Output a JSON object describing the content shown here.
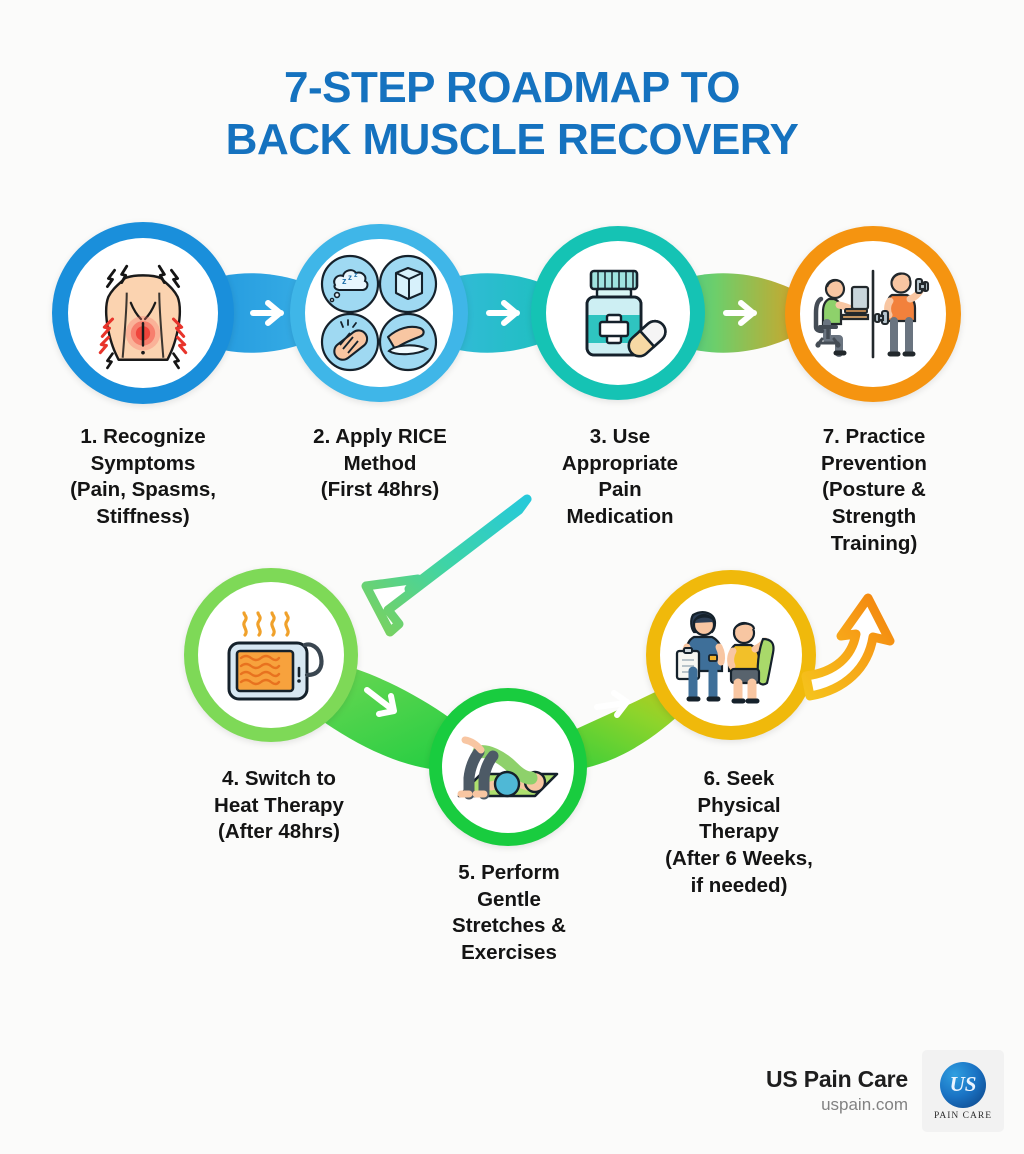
{
  "title": {
    "line1": "7-STEP ROADMAP TO",
    "line2": "BACK MUSCLE RECOVERY",
    "color": "#1572bf"
  },
  "background_color": "#fbfbfa",
  "steps": [
    {
      "number": "1",
      "label": "1. Recognize\nSymptoms\n(Pain, Spasms,\nStiffness)",
      "icon": "back-pain-torso-icon",
      "ring_color": "#1a8fdb",
      "row": "top"
    },
    {
      "number": "2",
      "label": "2. Apply RICE\nMethod\n(First 48hrs)",
      "icon": "rice-method-four-circles-icon",
      "ring_color": "#3fb6e8",
      "row": "top"
    },
    {
      "number": "3",
      "label": "3. Use\nAppropriate\nPain\nMedication",
      "icon": "pill-bottle-capsule-icon",
      "ring_color": "#15c3b4",
      "row": "top"
    },
    {
      "number": "7",
      "label": "7. Practice\nPrevention\n(Posture &\nStrength\nTraining)",
      "icon": "desk-posture-dumbbell-icon",
      "ring_color": "#f59410",
      "row": "top"
    },
    {
      "number": "4",
      "label": "4. Switch to\nHeat Therapy\n(After 48hrs)",
      "icon": "heating-pad-icon",
      "ring_color": "#7ed957",
      "row": "bottom"
    },
    {
      "number": "5",
      "label": "5. Perform\nGentle\nStretches &\nExercises",
      "icon": "stretch-exercise-mat-icon",
      "ring_color": "#19cc3f",
      "row": "bottom"
    },
    {
      "number": "6",
      "label": "6. Seek\nPhysical\nTherapy\n(After 6 Weeks,\nif needed)",
      "icon": "physical-therapist-patient-band-icon",
      "ring_color": "#f0b90b",
      "row": "bottom"
    }
  ],
  "connectors": [
    {
      "name": "arrow-step1-to-step2",
      "direction": "right",
      "color": "#ffffff"
    },
    {
      "name": "arrow-step2-to-step3",
      "direction": "right",
      "color": "#ffffff"
    },
    {
      "name": "arrow-step3-to-step7",
      "direction": "right",
      "color": "#ffffff"
    },
    {
      "name": "arrow-step4-to-step5",
      "direction": "down-right",
      "color": "#ffffff"
    },
    {
      "name": "arrow-step5-to-step6",
      "direction": "up-right",
      "color": "#ffffff"
    },
    {
      "name": "arrow-step3-to-step4-curved",
      "direction": "down-left",
      "color": "#3dd3c4"
    },
    {
      "name": "arrow-step6-to-step7-curved",
      "direction": "up-right",
      "color": "#f6a21b"
    }
  ],
  "footer": {
    "brand": "US Pain Care",
    "site": "uspain.com",
    "logo_mark": "US",
    "logo_caption": "PAIN CARE"
  }
}
